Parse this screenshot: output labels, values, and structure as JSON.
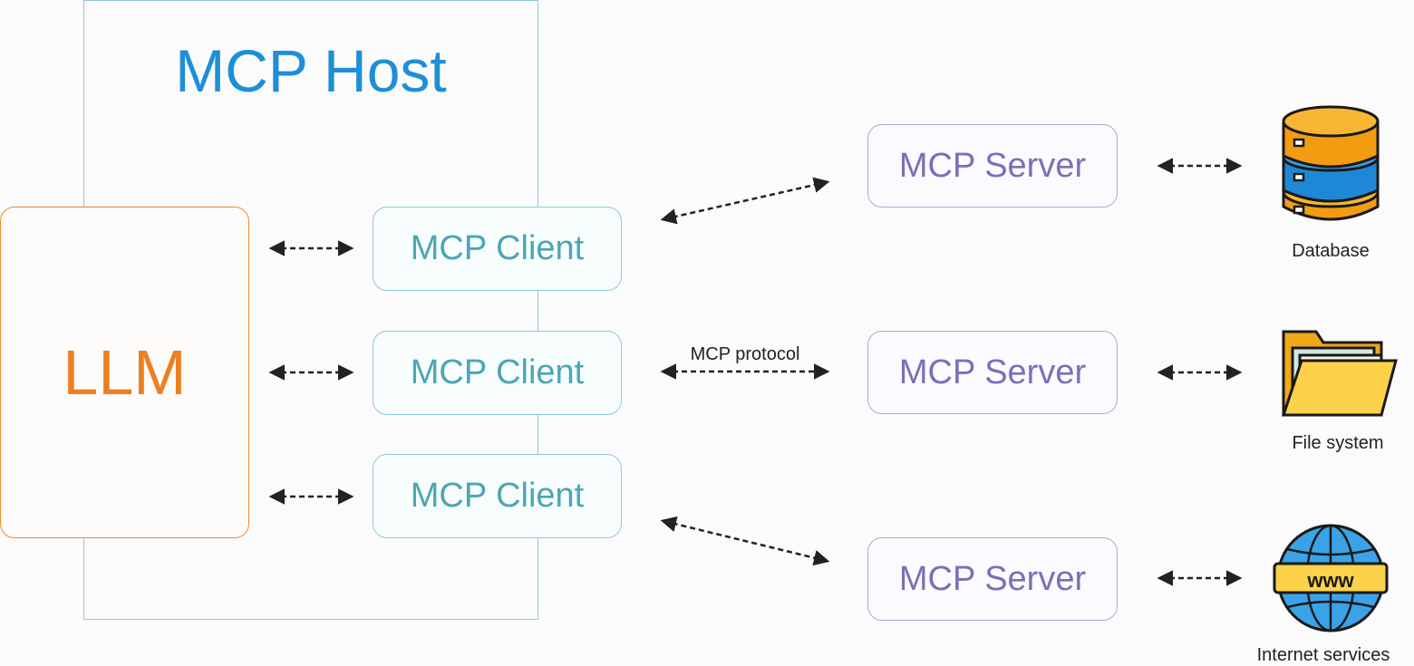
{
  "host": {
    "title": "MCP Host"
  },
  "llm": {
    "label": "LLM"
  },
  "clients": [
    {
      "label": "MCP Client"
    },
    {
      "label": "MCP Client"
    },
    {
      "label": "MCP Client"
    }
  ],
  "servers": [
    {
      "label": "MCP Server"
    },
    {
      "label": "MCP Server"
    },
    {
      "label": "MCP Server"
    }
  ],
  "protocol": {
    "label": "MCP protocol"
  },
  "resources": [
    {
      "label": "Database",
      "icon": "database-icon"
    },
    {
      "label": "File system",
      "icon": "folder-icon"
    },
    {
      "label": "Internet services",
      "icon": "globe-www-icon",
      "badge": "www"
    }
  ],
  "colors": {
    "host": "#1e8fd6",
    "llm": "#ec7f21",
    "client": "#4aa7b4",
    "server": "#7d6fb6"
  }
}
